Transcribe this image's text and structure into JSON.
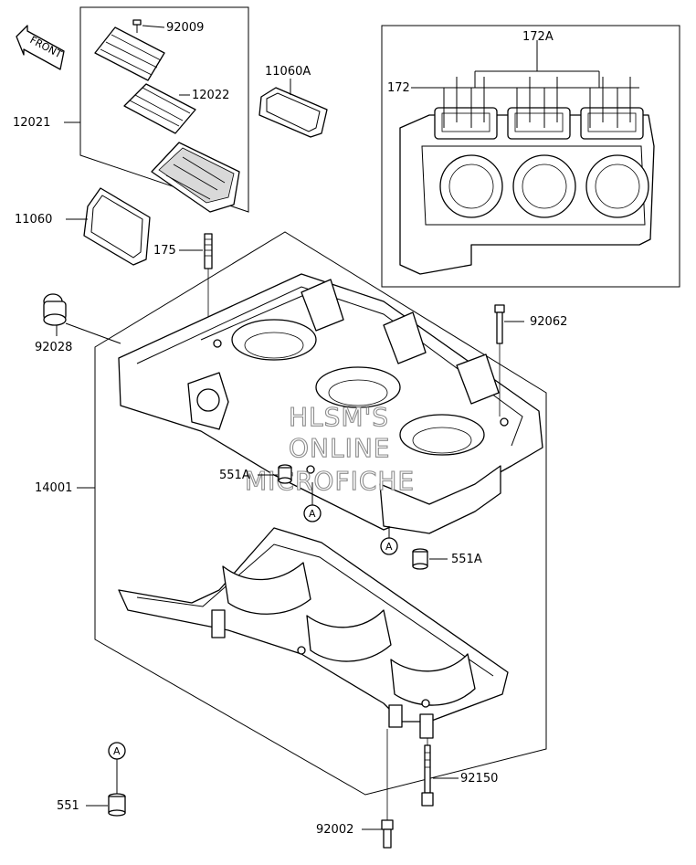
{
  "front_arrow": "FRONT",
  "watermark": [
    "HLSM'S",
    "ONLINE",
    "MICROFICHE"
  ],
  "ref_marker": "A",
  "callouts": {
    "p92009": "92009",
    "p12022": "12022",
    "p12021": "12021",
    "p11060A": "11060A",
    "p11060": "11060",
    "p175": "175",
    "p92028": "92028",
    "p92062": "92062",
    "p14001": "14001",
    "p551A_upper": "551A",
    "p551A_lower": "551A",
    "p92150": "92150",
    "p551": "551",
    "p92002": "92002",
    "p172A": "172A",
    "p172": "172"
  }
}
